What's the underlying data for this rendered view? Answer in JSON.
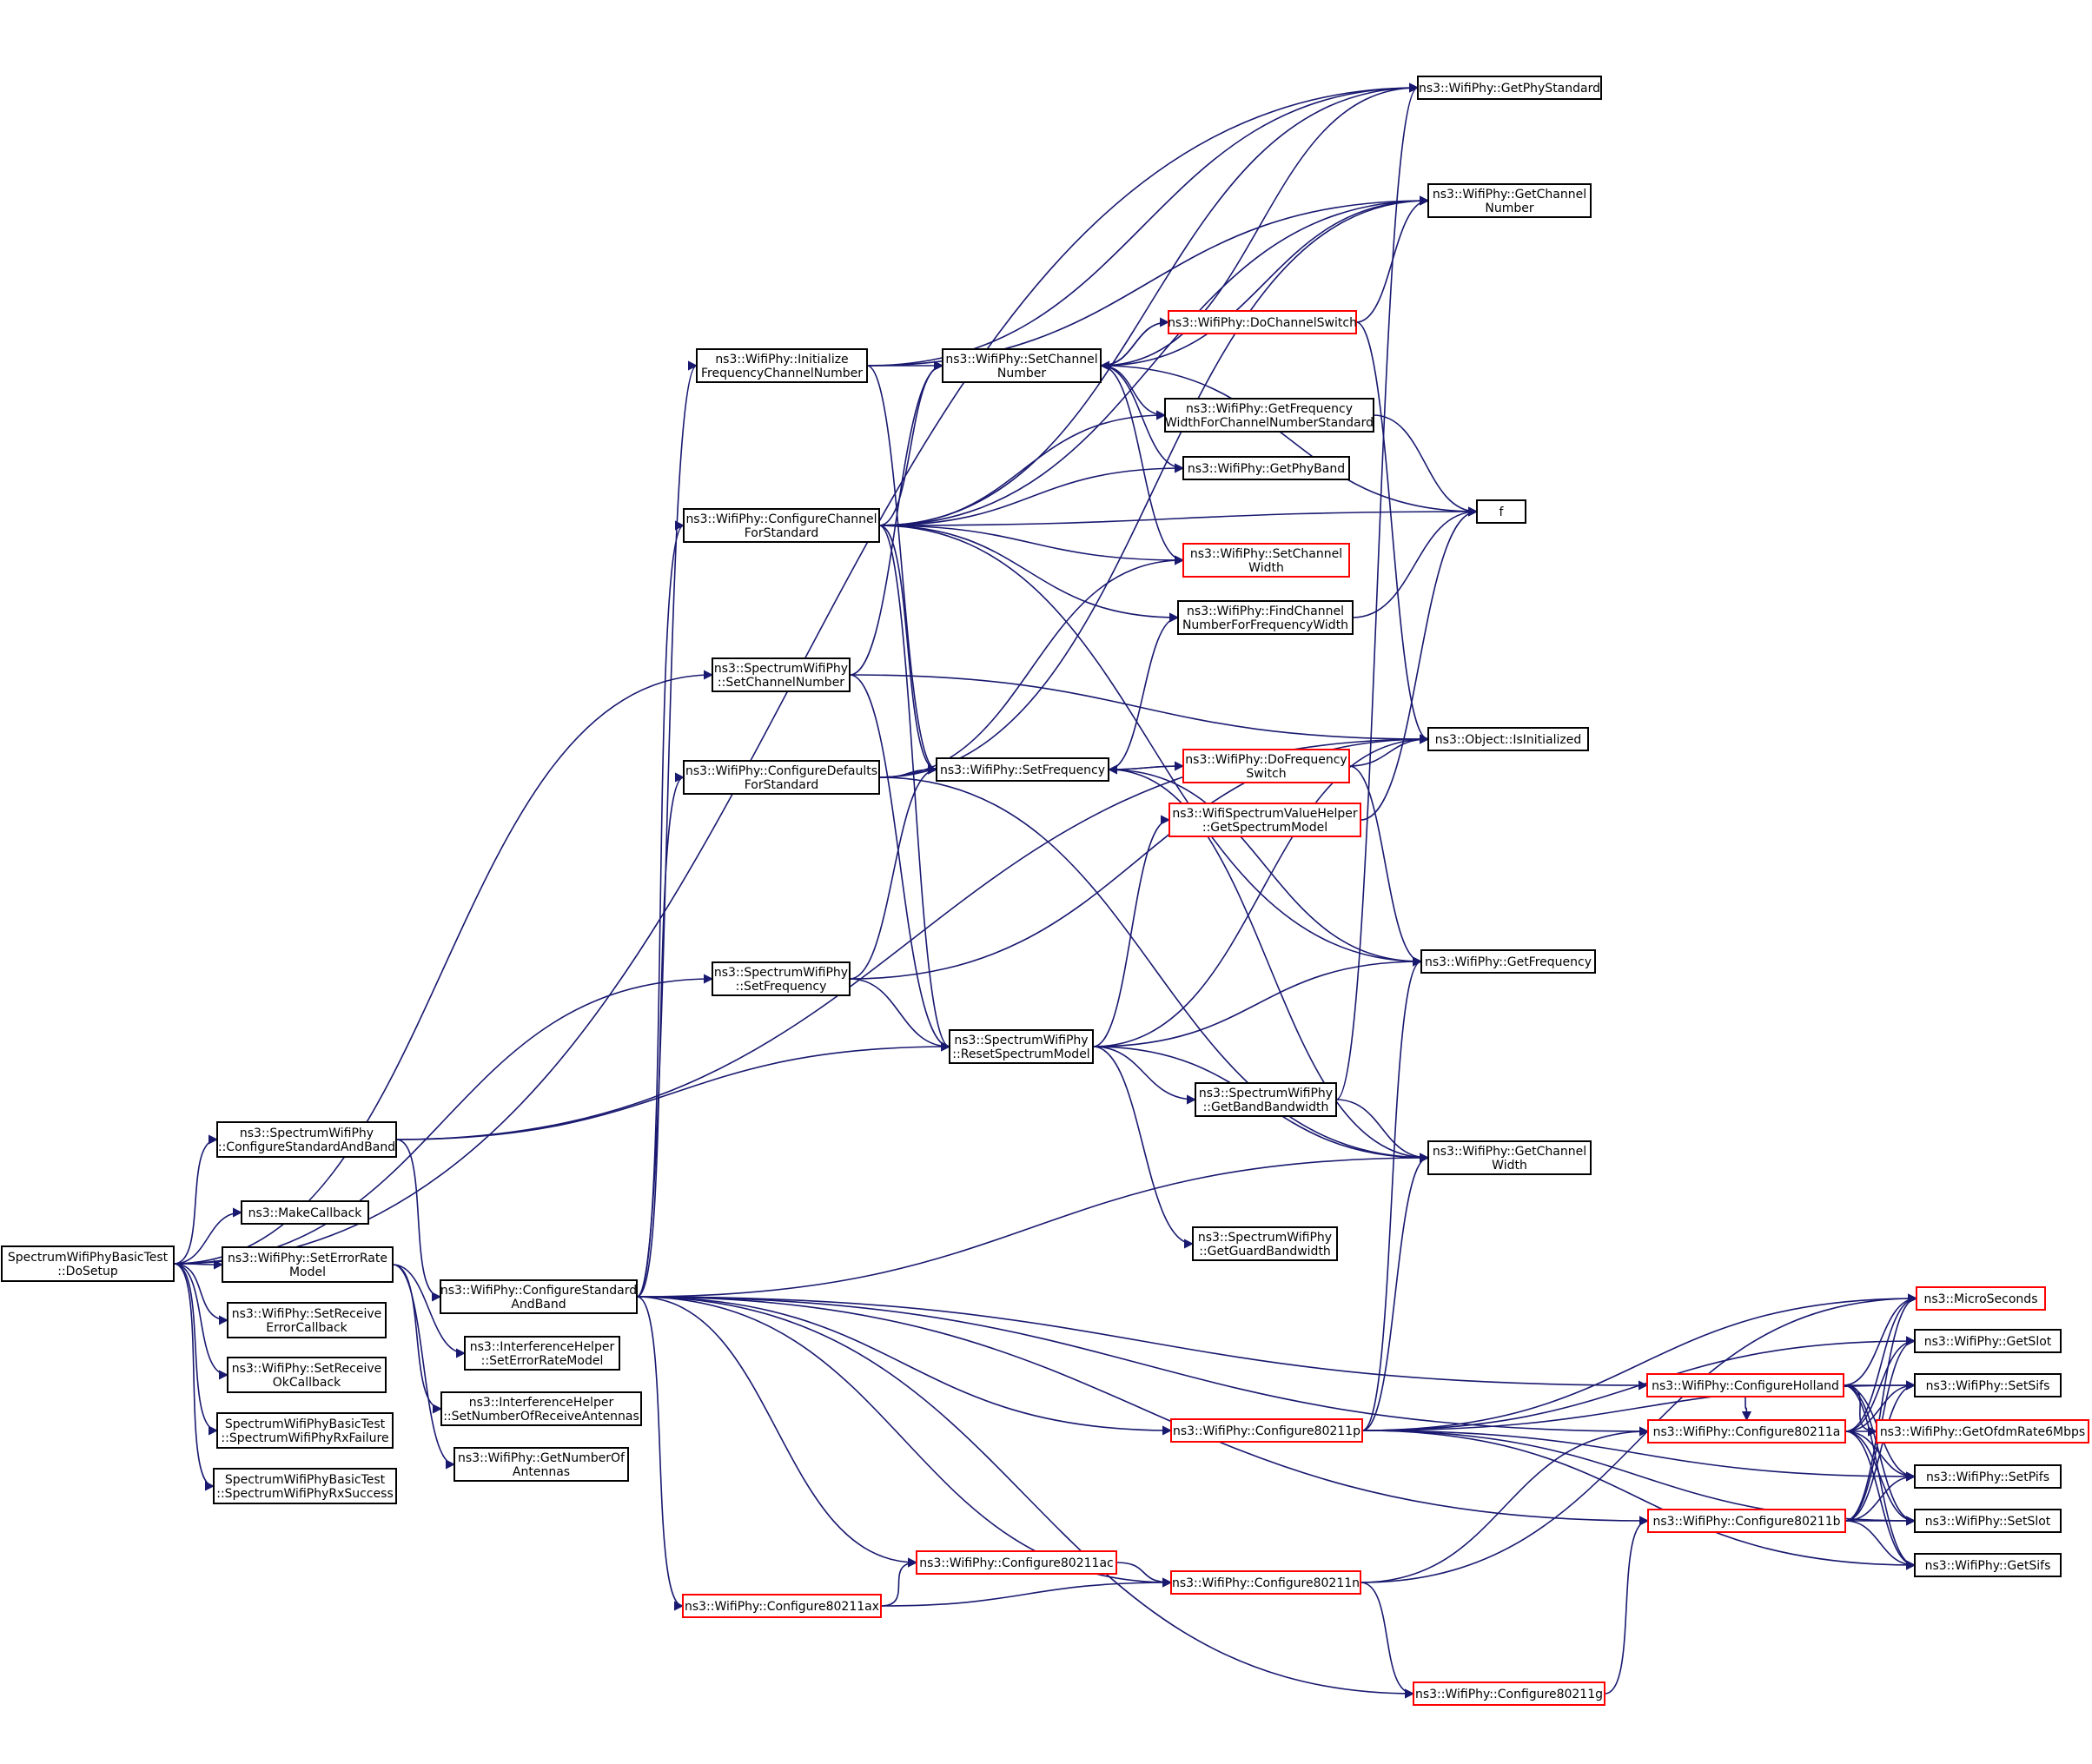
{
  "colors": {
    "edge": "#191970",
    "node_border": "#000000",
    "node_border_truncated": "#ff0000",
    "root_fill": "#bfbfbf",
    "node_fill": "#ffffff"
  },
  "nodes": [
    {
      "id": "n0",
      "lines": [
        "SpectrumWifiPhyBasicTest",
        "::DoSetup"
      ],
      "root": true
    },
    {
      "id": "n1",
      "lines": [
        "ns3::SpectrumWifiPhy",
        "::ConfigureStandardAndBand"
      ]
    },
    {
      "id": "n2",
      "lines": [
        "ns3::MakeCallback"
      ]
    },
    {
      "id": "n3",
      "lines": [
        "ns3::WifiPhy::SetErrorRate",
        "Model"
      ]
    },
    {
      "id": "n4",
      "lines": [
        "ns3::WifiPhy::SetReceive",
        "ErrorCallback"
      ]
    },
    {
      "id": "n5",
      "lines": [
        "ns3::WifiPhy::SetReceive",
        "OkCallback"
      ]
    },
    {
      "id": "n6",
      "lines": [
        "SpectrumWifiPhyBasicTest",
        "::SpectrumWifiPhyRxFailure"
      ]
    },
    {
      "id": "n7",
      "lines": [
        "SpectrumWifiPhyBasicTest",
        "::SpectrumWifiPhyRxSuccess"
      ]
    },
    {
      "id": "n8",
      "lines": [
        "ns3::SpectrumWifiPhy",
        "::SetChannelNumber"
      ]
    },
    {
      "id": "n9",
      "lines": [
        "ns3::SpectrumWifiPhy",
        "::SetFrequency"
      ]
    },
    {
      "id": "n10",
      "lines": [
        "ns3::WifiPhy::ConfigureStandard",
        "AndBand"
      ]
    },
    {
      "id": "n11",
      "lines": [
        "ns3::InterferenceHelper",
        "::SetErrorRateModel"
      ]
    },
    {
      "id": "n12",
      "lines": [
        "ns3::InterferenceHelper",
        "::SetNumberOfReceiveAntennas"
      ]
    },
    {
      "id": "n13",
      "lines": [
        "ns3::WifiPhy::GetNumberOf",
        "Antennas"
      ]
    },
    {
      "id": "n14",
      "lines": [
        "ns3::WifiPhy::Initialize",
        "FrequencyChannelNumber"
      ]
    },
    {
      "id": "n15",
      "lines": [
        "ns3::WifiPhy::ConfigureChannel",
        "ForStandard"
      ]
    },
    {
      "id": "n16",
      "lines": [
        "ns3::WifiPhy::ConfigureDefaults",
        "ForStandard"
      ]
    },
    {
      "id": "n17",
      "lines": [
        "ns3::WifiPhy::SetChannel",
        "Number"
      ]
    },
    {
      "id": "n18",
      "lines": [
        "ns3::WifiPhy::SetFrequency"
      ]
    },
    {
      "id": "n19",
      "lines": [
        "ns3::SpectrumWifiPhy",
        "::ResetSpectrumModel"
      ]
    },
    {
      "id": "n20",
      "lines": [
        "ns3::WifiPhy::GetPhyStandard"
      ]
    },
    {
      "id": "n21",
      "lines": [
        "ns3::WifiPhy::GetChannel",
        "Number"
      ]
    },
    {
      "id": "n22",
      "lines": [
        "ns3::WifiPhy::DoChannelSwitch"
      ],
      "truncated": true
    },
    {
      "id": "n23",
      "lines": [
        "ns3::WifiPhy::GetFrequency",
        "WidthForChannelNumberStandard"
      ]
    },
    {
      "id": "n24",
      "lines": [
        "ns3::WifiPhy::GetPhyBand"
      ]
    },
    {
      "id": "n25",
      "lines": [
        "f"
      ]
    },
    {
      "id": "n26",
      "lines": [
        "ns3::WifiPhy::SetChannel",
        "Width"
      ],
      "truncated": true
    },
    {
      "id": "n27",
      "lines": [
        "ns3::WifiPhy::FindChannel",
        "NumberForFrequencyWidth"
      ]
    },
    {
      "id": "n28",
      "lines": [
        "ns3::Object::IsInitialized"
      ]
    },
    {
      "id": "n29",
      "lines": [
        "ns3::WifiPhy::DoFrequency",
        "Switch"
      ],
      "truncated": true
    },
    {
      "id": "n30",
      "lines": [
        "ns3::WifiSpectrumValueHelper",
        "::GetSpectrumModel"
      ],
      "truncated": true
    },
    {
      "id": "n31",
      "lines": [
        "ns3::WifiPhy::GetFrequency"
      ]
    },
    {
      "id": "n32",
      "lines": [
        "ns3::SpectrumWifiPhy",
        "::GetBandBandwidth"
      ]
    },
    {
      "id": "n33",
      "lines": [
        "ns3::WifiPhy::GetChannel",
        "Width"
      ]
    },
    {
      "id": "n34",
      "lines": [
        "ns3::SpectrumWifiPhy",
        "::GetGuardBandwidth"
      ]
    },
    {
      "id": "n35",
      "lines": [
        "ns3::WifiPhy::Configure80211p"
      ],
      "truncated": true
    },
    {
      "id": "n36",
      "lines": [
        "ns3::WifiPhy::ConfigureHolland"
      ],
      "truncated": true
    },
    {
      "id": "n37",
      "lines": [
        "ns3::WifiPhy::Configure80211a"
      ],
      "truncated": true
    },
    {
      "id": "n38",
      "lines": [
        "ns3::WifiPhy::Configure80211b"
      ],
      "truncated": true
    },
    {
      "id": "n39",
      "lines": [
        "ns3::WifiPhy::Configure80211ac"
      ],
      "truncated": true
    },
    {
      "id": "n40",
      "lines": [
        "ns3::WifiPhy::Configure80211ax"
      ],
      "truncated": true
    },
    {
      "id": "n41",
      "lines": [
        "ns3::WifiPhy::Configure80211n"
      ],
      "truncated": true
    },
    {
      "id": "n42",
      "lines": [
        "ns3::WifiPhy::Configure80211g"
      ],
      "truncated": true
    },
    {
      "id": "n43",
      "lines": [
        "ns3::MicroSeconds"
      ],
      "truncated": true
    },
    {
      "id": "n44",
      "lines": [
        "ns3::WifiPhy::GetSlot"
      ]
    },
    {
      "id": "n45",
      "lines": [
        "ns3::WifiPhy::SetSifs"
      ]
    },
    {
      "id": "n46",
      "lines": [
        "ns3::WifiPhy::GetOfdmRate6Mbps"
      ],
      "truncated": true
    },
    {
      "id": "n47",
      "lines": [
        "ns3::WifiPhy::SetPifs"
      ]
    },
    {
      "id": "n48",
      "lines": [
        "ns3::WifiPhy::SetSlot"
      ]
    },
    {
      "id": "n49",
      "lines": [
        "ns3::WifiPhy::GetSifs"
      ]
    }
  ],
  "edges": [
    [
      "n0",
      "n1"
    ],
    [
      "n0",
      "n2"
    ],
    [
      "n0",
      "n3"
    ],
    [
      "n0",
      "n4"
    ],
    [
      "n0",
      "n5"
    ],
    [
      "n0",
      "n6"
    ],
    [
      "n0",
      "n7"
    ],
    [
      "n0",
      "n8"
    ],
    [
      "n0",
      "n9"
    ],
    [
      "n0",
      "n20"
    ],
    [
      "n1",
      "n10"
    ],
    [
      "n1",
      "n19"
    ],
    [
      "n1",
      "n28"
    ],
    [
      "n3",
      "n11"
    ],
    [
      "n3",
      "n12"
    ],
    [
      "n3",
      "n13"
    ],
    [
      "n8",
      "n17"
    ],
    [
      "n8",
      "n28"
    ],
    [
      "n8",
      "n19"
    ],
    [
      "n9",
      "n18"
    ],
    [
      "n9",
      "n28"
    ],
    [
      "n9",
      "n19"
    ],
    [
      "n10",
      "n14"
    ],
    [
      "n10",
      "n15"
    ],
    [
      "n10",
      "n16"
    ],
    [
      "n10",
      "n33"
    ],
    [
      "n10",
      "n35"
    ],
    [
      "n10",
      "n36"
    ],
    [
      "n10",
      "n37"
    ],
    [
      "n10",
      "n38"
    ],
    [
      "n10",
      "n39"
    ],
    [
      "n10",
      "n40"
    ],
    [
      "n10",
      "n41"
    ],
    [
      "n10",
      "n42"
    ],
    [
      "n14",
      "n17"
    ],
    [
      "n14",
      "n18"
    ],
    [
      "n14",
      "n21"
    ],
    [
      "n14",
      "n20"
    ],
    [
      "n15",
      "n17"
    ],
    [
      "n15",
      "n18"
    ],
    [
      "n15",
      "n20"
    ],
    [
      "n15",
      "n21"
    ],
    [
      "n15",
      "n23"
    ],
    [
      "n15",
      "n24"
    ],
    [
      "n15",
      "n25"
    ],
    [
      "n15",
      "n26"
    ],
    [
      "n15",
      "n27"
    ],
    [
      "n15",
      "n31"
    ],
    [
      "n15",
      "n19"
    ],
    [
      "n16",
      "n18"
    ],
    [
      "n16",
      "n26"
    ],
    [
      "n16",
      "n21"
    ],
    [
      "n16",
      "n33"
    ],
    [
      "n17",
      "n20"
    ],
    [
      "n17",
      "n21"
    ],
    [
      "n17",
      "n22"
    ],
    [
      "n17",
      "n23"
    ],
    [
      "n17",
      "n24"
    ],
    [
      "n17",
      "n25"
    ],
    [
      "n17",
      "n26"
    ],
    [
      "n22",
      "n21"
    ],
    [
      "n22",
      "n17"
    ],
    [
      "n22",
      "n28"
    ],
    [
      "n23",
      "n25"
    ],
    [
      "n27",
      "n25"
    ],
    [
      "n18",
      "n27"
    ],
    [
      "n18",
      "n29"
    ],
    [
      "n18",
      "n31"
    ],
    [
      "n18",
      "n33"
    ],
    [
      "n29",
      "n18"
    ],
    [
      "n29",
      "n28"
    ],
    [
      "n29",
      "n31"
    ],
    [
      "n30",
      "n25"
    ],
    [
      "n19",
      "n30"
    ],
    [
      "n19",
      "n28"
    ],
    [
      "n19",
      "n31"
    ],
    [
      "n19",
      "n32"
    ],
    [
      "n19",
      "n33"
    ],
    [
      "n19",
      "n34"
    ],
    [
      "n32",
      "n20"
    ],
    [
      "n32",
      "n33"
    ],
    [
      "n35",
      "n43"
    ],
    [
      "n35",
      "n44"
    ],
    [
      "n35",
      "n45"
    ],
    [
      "n35",
      "n47"
    ],
    [
      "n35",
      "n48"
    ],
    [
      "n35",
      "n49"
    ],
    [
      "n35",
      "n31"
    ],
    [
      "n35",
      "n33"
    ],
    [
      "n36",
      "n37"
    ],
    [
      "n36",
      "n43"
    ],
    [
      "n36",
      "n45"
    ],
    [
      "n36",
      "n46"
    ],
    [
      "n36",
      "n47"
    ],
    [
      "n36",
      "n48"
    ],
    [
      "n36",
      "n49"
    ],
    [
      "n37",
      "n43"
    ],
    [
      "n37",
      "n44"
    ],
    [
      "n37",
      "n45"
    ],
    [
      "n37",
      "n46"
    ],
    [
      "n37",
      "n47"
    ],
    [
      "n37",
      "n48"
    ],
    [
      "n37",
      "n49"
    ],
    [
      "n38",
      "n43"
    ],
    [
      "n38",
      "n44"
    ],
    [
      "n38",
      "n45"
    ],
    [
      "n38",
      "n47"
    ],
    [
      "n38",
      "n48"
    ],
    [
      "n38",
      "n49"
    ],
    [
      "n39",
      "n41"
    ],
    [
      "n40",
      "n39"
    ],
    [
      "n40",
      "n41"
    ],
    [
      "n41",
      "n37"
    ],
    [
      "n41",
      "n42"
    ],
    [
      "n41",
      "n43"
    ],
    [
      "n42",
      "n38"
    ]
  ]
}
